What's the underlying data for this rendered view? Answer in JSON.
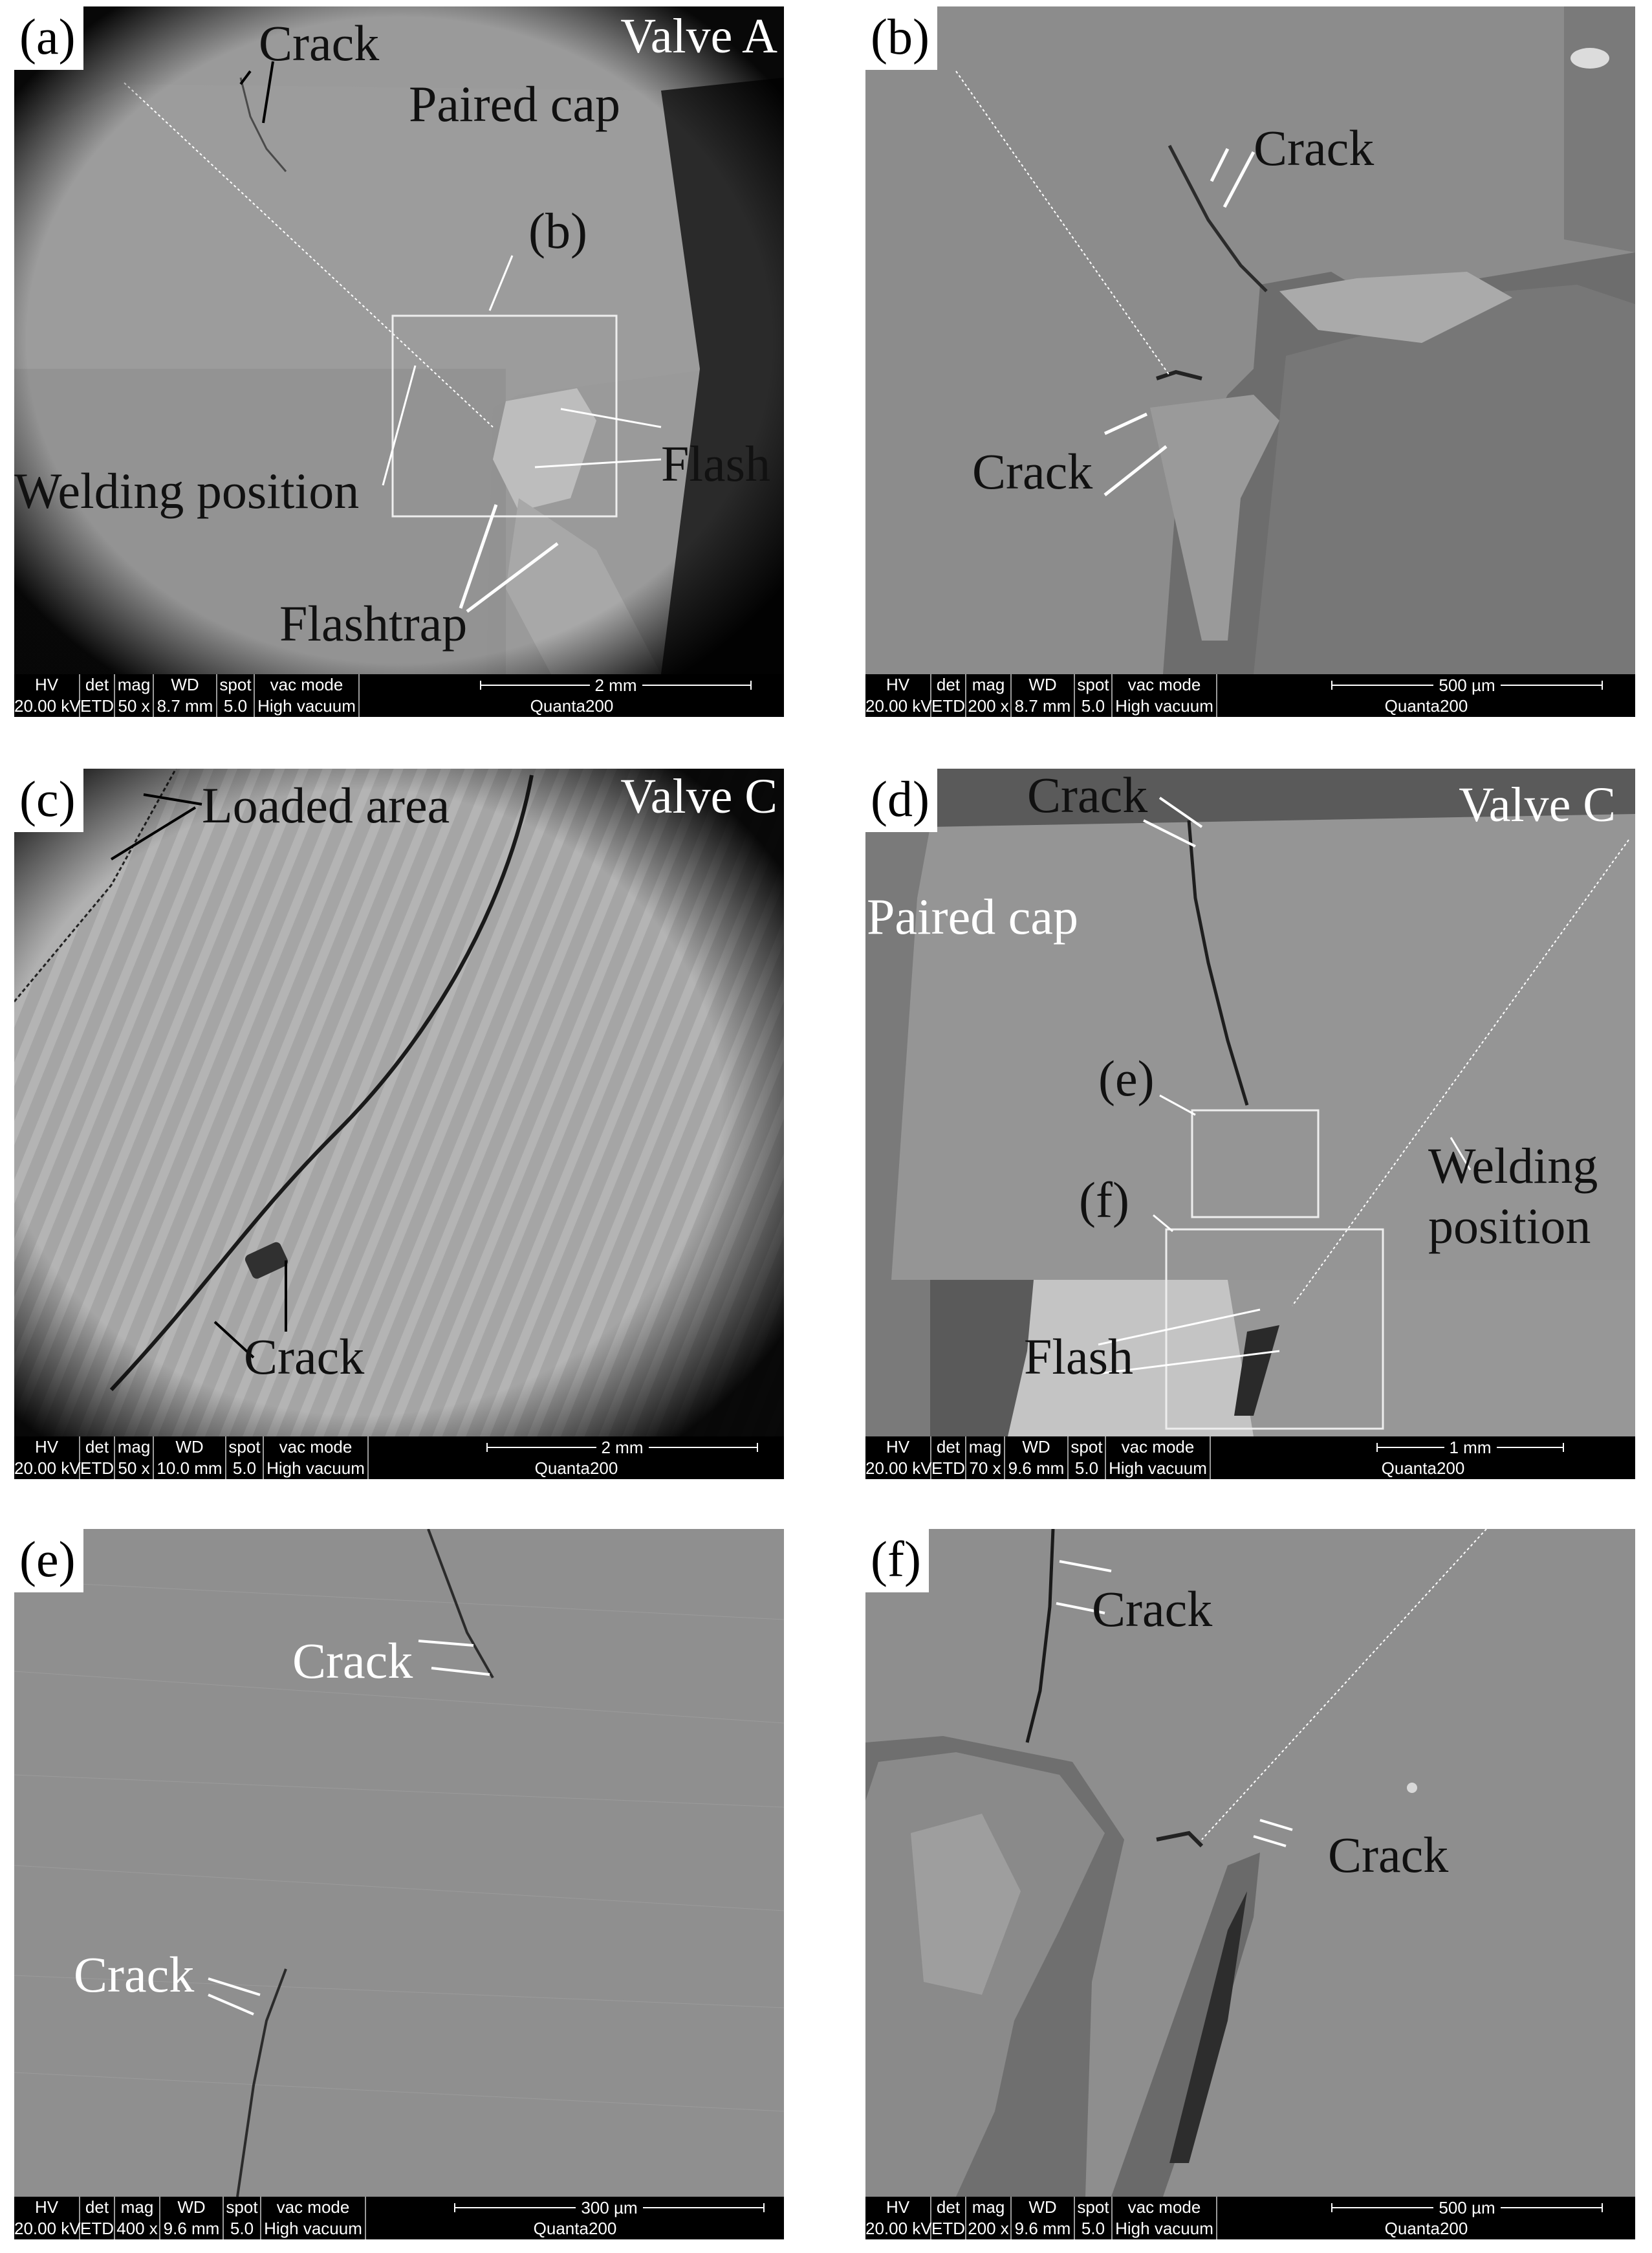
{
  "panels": {
    "a": {
      "letter": "(a)",
      "valve": "Valve A",
      "labels": {
        "crack": "Crack",
        "paired_cap": "Paired cap",
        "inset_b": "(b)",
        "welding_position": "Welding position",
        "flash": "Flash",
        "flashtrap": "Flashtrap"
      },
      "info": {
        "hv_label": "HV",
        "hv": "20.00 kV",
        "det_label": "det",
        "det": "ETD",
        "mag_label": "mag",
        "mag": "50 x",
        "wd_label": "WD",
        "wd": "8.7 mm",
        "spot_label": "spot",
        "spot": "5.0",
        "vac_label": "vac mode",
        "vac": "High vacuum",
        "scale": "2 mm",
        "instrument": "Quanta200"
      }
    },
    "b": {
      "letter": "(b)",
      "labels": {
        "crack_top": "Crack",
        "crack_bottom": "Crack"
      },
      "info": {
        "hv_label": "HV",
        "hv": "20.00 kV",
        "det_label": "det",
        "det": "ETD",
        "mag_label": "mag",
        "mag": "200 x",
        "wd_label": "WD",
        "wd": "8.7 mm",
        "spot_label": "spot",
        "spot": "5.0",
        "vac_label": "vac mode",
        "vac": "High vacuum",
        "scale": "500 µm",
        "instrument": "Quanta200"
      }
    },
    "c": {
      "letter": "(c)",
      "valve": "Valve C",
      "labels": {
        "loaded_area": "Loaded area",
        "crack": "Crack"
      },
      "info": {
        "hv_label": "HV",
        "hv": "20.00 kV",
        "det_label": "det",
        "det": "ETD",
        "mag_label": "mag",
        "mag": "50 x",
        "wd_label": "WD",
        "wd": "10.0 mm",
        "spot_label": "spot",
        "spot": "5.0",
        "vac_label": "vac mode",
        "vac": "High vacuum",
        "scale": "2 mm",
        "instrument": "Quanta200"
      }
    },
    "d": {
      "letter": "(d)",
      "valve": "Valve C",
      "labels": {
        "crack": "Crack",
        "paired_cap": "Paired cap",
        "inset_e": "(e)",
        "inset_f": "(f)",
        "welding": "Welding",
        "position": "position",
        "flash": "Flash"
      },
      "info": {
        "hv_label": "HV",
        "hv": "20.00 kV",
        "det_label": "det",
        "det": "ETD",
        "mag_label": "mag",
        "mag": "70 x",
        "wd_label": "WD",
        "wd": "9.6 mm",
        "spot_label": "spot",
        "spot": "5.0",
        "vac_label": "vac mode",
        "vac": "High vacuum",
        "scale": "1 mm",
        "instrument": "Quanta200"
      }
    },
    "e": {
      "letter": "(e)",
      "labels": {
        "crack_top": "Crack",
        "crack_bottom": "Crack"
      },
      "info": {
        "hv_label": "HV",
        "hv": "20.00 kV",
        "det_label": "det",
        "det": "ETD",
        "mag_label": "mag",
        "mag": "400 x",
        "wd_label": "WD",
        "wd": "9.6 mm",
        "spot_label": "spot",
        "spot": "5.0",
        "vac_label": "vac mode",
        "vac": "High vacuum",
        "scale": "300 µm",
        "instrument": "Quanta200"
      }
    },
    "f": {
      "letter": "(f)",
      "labels": {
        "crack_top": "Crack",
        "crack_right": "Crack"
      },
      "info": {
        "hv_label": "HV",
        "hv": "20.00 kV",
        "det_label": "det",
        "det": "ETD",
        "mag_label": "mag",
        "mag": "200 x",
        "wd_label": "WD",
        "wd": "9.6 mm",
        "spot_label": "spot",
        "spot": "5.0",
        "vac_label": "vac mode",
        "vac": "High vacuum",
        "scale": "500 µm",
        "instrument": "Quanta200"
      }
    }
  }
}
